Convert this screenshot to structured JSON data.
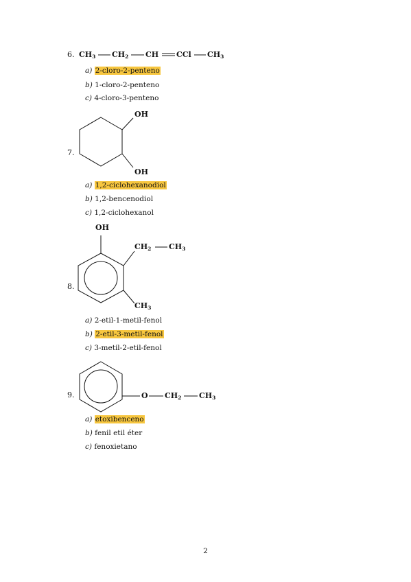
{
  "questions": [
    {
      "number": "6.",
      "formula": {
        "g1": "CH",
        "g1s": "3",
        "g2": "CH",
        "g2s": "2",
        "g3": "CH",
        "g4": "CCl",
        "g5": "CH",
        "g5s": "3"
      },
      "options": [
        {
          "letter": "a)",
          "text": "2-cloro-2-penteno",
          "highlighted": true
        },
        {
          "letter": "b)",
          "text": "1-cloro-2-penteno",
          "highlighted": false
        },
        {
          "letter": "c)",
          "text": "4-cloro-3-penteno",
          "highlighted": false
        }
      ]
    },
    {
      "number": "7.",
      "labels": {
        "oh_top": "OH",
        "oh_bottom": "OH"
      },
      "options": [
        {
          "letter": "a)",
          "text": "1,2-ciclohexanodiol",
          "highlighted": true
        },
        {
          "letter": "b)",
          "text": "1,2-bencenodiol",
          "highlighted": false
        },
        {
          "letter": "c)",
          "text": "1,2-ciclohexanol",
          "highlighted": false
        }
      ]
    },
    {
      "number": "8.",
      "labels": {
        "oh": "OH",
        "ch2": "CH",
        "ch2s": "2",
        "ch3a": "CH",
        "ch3as": "3",
        "ch3b": "CH",
        "ch3bs": "3"
      },
      "options": [
        {
          "letter": "a)",
          "text": "2-etil-1-metil-fenol",
          "highlighted": false
        },
        {
          "letter": "b)",
          "text": "2-etil-3-metil-fenol",
          "highlighted": true
        },
        {
          "letter": "c)",
          "text": "3-metil-2-etil-fenol",
          "highlighted": false
        }
      ]
    },
    {
      "number": "9.",
      "labels": {
        "o": "O",
        "ch2": "CH",
        "ch2s": "2",
        "ch3": "CH",
        "ch3s": "3"
      },
      "options": [
        {
          "letter": "a)",
          "text": "etoxibenceno",
          "highlighted": true
        },
        {
          "letter": "b)",
          "text": "fenil etil éter",
          "highlighted": false
        },
        {
          "letter": "c)",
          "text": "fenoxietano",
          "highlighted": false
        }
      ]
    }
  ],
  "highlight_color": "#f7c63f",
  "page_number": "2"
}
